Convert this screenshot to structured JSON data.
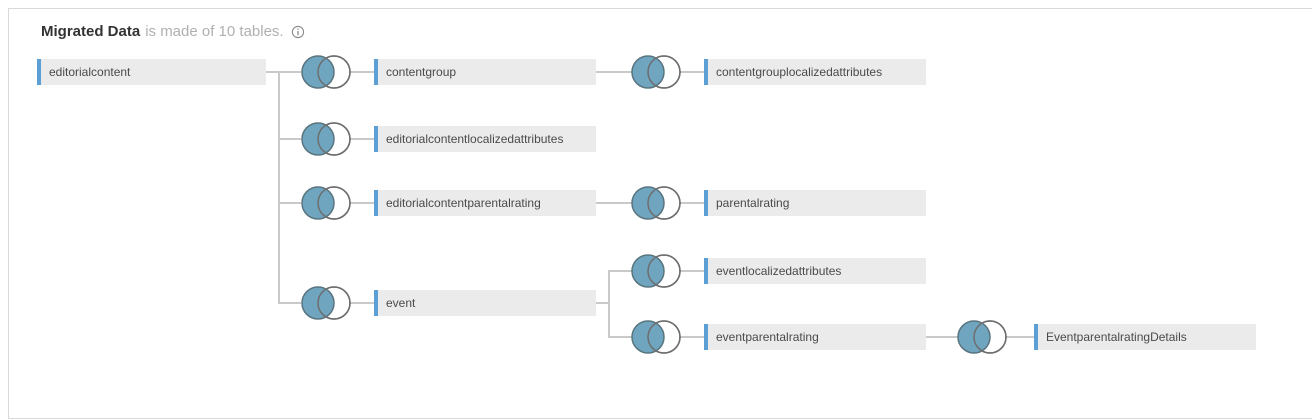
{
  "header": {
    "title": "Migrated Data",
    "subtitle": "is made of 10 tables.",
    "info_icon": "info-circle"
  },
  "colors": {
    "node_background": "#EBEBEB",
    "node_accent_bar": "#5C9FD4",
    "venn_fill_blue": "#6FA5BF",
    "venn_stroke": "#6E6E6E",
    "connector_line": "#C9C9C9",
    "title_text": "#333333",
    "subtitle_text": "#B0B0B0",
    "node_text": "#4A4A4A",
    "card_border": "#D9D9D9"
  },
  "diagram": {
    "table_count": 10,
    "nodes": {
      "editorialcontent": "editorialcontent",
      "contentgroup": "contentgroup",
      "contentgrouplocalizedattributes": "contentgrouplocalizedattributes",
      "editorialcontentlocalizedattributes": "editorialcontentlocalizedattributes",
      "editorialcontentparentalrating": "editorialcontentparentalrating",
      "parentalrating": "parentalrating",
      "event": "event",
      "eventlocalizedattributes": "eventlocalizedattributes",
      "eventparentalrating": "eventparentalrating",
      "EventparentalratingDetails": "EventparentalratingDetails"
    },
    "joins": [
      {
        "from": "editorialcontent",
        "to": "contentgroup",
        "type": "left"
      },
      {
        "from": "contentgroup",
        "to": "contentgrouplocalizedattributes",
        "type": "left"
      },
      {
        "from": "editorialcontent",
        "to": "editorialcontentlocalizedattributes",
        "type": "left"
      },
      {
        "from": "editorialcontent",
        "to": "editorialcontentparentalrating",
        "type": "left"
      },
      {
        "from": "editorialcontentparentalrating",
        "to": "parentalrating",
        "type": "left"
      },
      {
        "from": "editorialcontent",
        "to": "event",
        "type": "left"
      },
      {
        "from": "event",
        "to": "eventlocalizedattributes",
        "type": "left"
      },
      {
        "from": "event",
        "to": "eventparentalrating",
        "type": "left"
      },
      {
        "from": "eventparentalrating",
        "to": "EventparentalratingDetails",
        "type": "left"
      }
    ]
  }
}
